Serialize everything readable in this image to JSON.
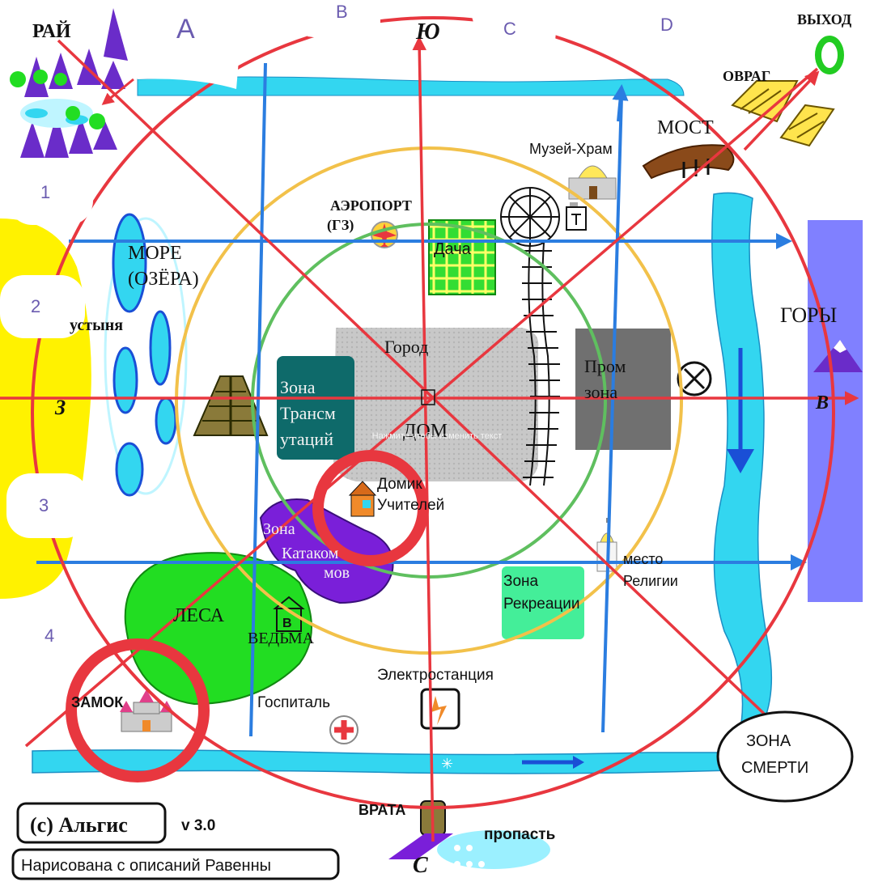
{
  "grid": {
    "columns": [
      "A",
      "B",
      "C",
      "D"
    ],
    "rows": [
      "1",
      "2",
      "3",
      "4"
    ]
  },
  "compass": {
    "north": "Ю",
    "south": "С",
    "west": "З",
    "east": "В"
  },
  "places": {
    "paradise": "РАЙ",
    "exit": "ВЫХОД",
    "ravine": "ОВРАГ",
    "bridge": "МОСТ",
    "museum": "Музей-Храм",
    "airport": "АЭРОПОРТ",
    "airport_code": "(ГЗ)",
    "dacha": "Дача",
    "sea": "МОРЕ",
    "sea_sub": "(ОЗЁРА)",
    "desert": "устыня",
    "mountains": "ГОРЫ",
    "city": "Город",
    "home": "ДОМ",
    "industrial_1": "Пром",
    "industrial_2": "зона",
    "transmutation_1": "Зона",
    "transmutation_2": "Трансм",
    "transmutation_3": "утаций",
    "teacher_house_1": "Домик",
    "teacher_house_2": "Учителей",
    "catacombs_1": "Зона",
    "catacombs_2": "Катаком",
    "catacombs_3": "мов",
    "religion_1": "место",
    "religion_2": "Религии",
    "recreation_1": "Зона",
    "recreation_2": "Рекреации",
    "forest": "ЛЕСА",
    "witch": "ВЕДЬМА",
    "witch_badge": "В",
    "castle": "ЗАМОК",
    "hospital": "Госпиталь",
    "power_station": "Электростанция",
    "death_zone_1": "ЗОНА",
    "death_zone_2": "СМЕРТИ",
    "gates": "ВРАТА",
    "abyss": "пропасть"
  },
  "overlay_hint": "Нажмите чтобы изменить текст",
  "credits": {
    "author": "(c) Альгис",
    "version": "v 3.0",
    "note": "Нарисована с описаний Равенны"
  },
  "colors": {
    "circle_red": "#e8373f",
    "grid_blue": "#2b7de0",
    "ring_orange": "#f2c14a",
    "ring_green": "#5fbf5f",
    "river": "#33d6f0",
    "desert": "#fff200",
    "mountain_strip": "#8080ff",
    "forest": "#22dd22",
    "catacombs": "#7a1fd9",
    "transmutation": "#0e6a6a",
    "city": "#c8c8c8",
    "industrial": "#707070",
    "dacha": "#33dd33",
    "recreation": "#44ee99",
    "label_purple": "#6b5cb0"
  }
}
